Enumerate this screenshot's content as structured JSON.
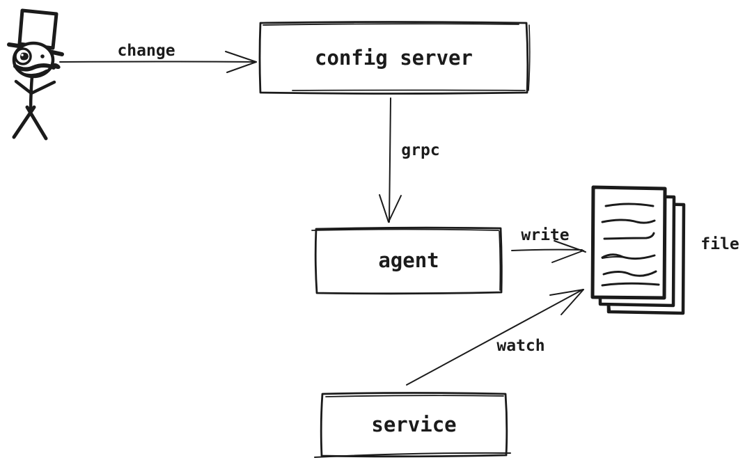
{
  "diagram": {
    "type": "flow-diagram",
    "style": "hand-drawn",
    "background_color": "#ffffff",
    "stroke_color": "#1b1b1b",
    "nodes": {
      "actor": {
        "label": "",
        "icon": "stick-figure-with-top-hat-and-monocle"
      },
      "config_server": {
        "label": "config server",
        "shape": "rectangle"
      },
      "agent": {
        "label": "agent",
        "shape": "rectangle"
      },
      "service": {
        "label": "service",
        "shape": "rectangle"
      },
      "file": {
        "label": "file",
        "icon": "paper-stack"
      }
    },
    "edges": [
      {
        "from": "actor",
        "to": "config_server",
        "label": "change",
        "direction": "right"
      },
      {
        "from": "config_server",
        "to": "agent",
        "label": "grpc",
        "direction": "down"
      },
      {
        "from": "agent",
        "to": "file",
        "label": "write",
        "direction": "right"
      },
      {
        "from": "service",
        "to": "file",
        "label": "watch",
        "direction": "up-right"
      }
    ]
  }
}
